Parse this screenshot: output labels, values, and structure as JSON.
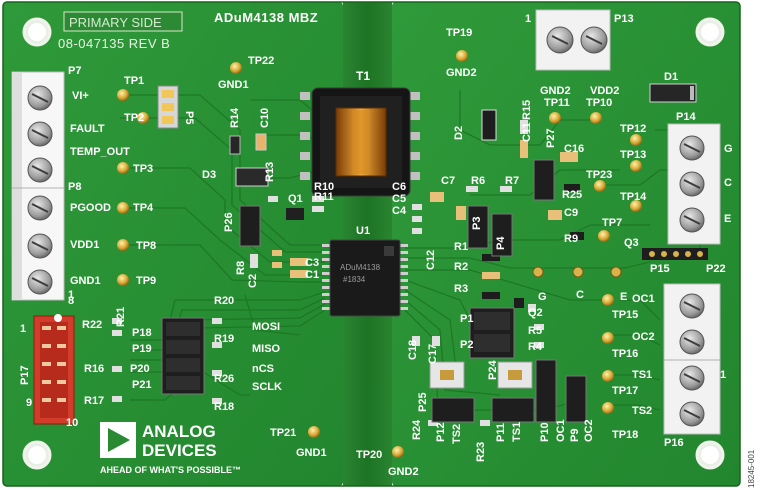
{
  "board": {
    "side_label": "PRIMARY SIDE",
    "part_number": "08-047135 REV B",
    "title": "ADuM4138 MBZ",
    "doc_code": "18245-001"
  },
  "logo": {
    "line1": "ANALOG",
    "line2": "DEVICES",
    "tagline": "AHEAD OF WHAT'S POSSIBLE™"
  },
  "chip": {
    "ref": "U1",
    "marking_line1": "ADuM4138",
    "marking_line2": "#1834"
  },
  "transformer": {
    "ref": "T1"
  },
  "labels": [
    {
      "t": "P7"
    },
    {
      "t": "VI+"
    },
    {
      "t": "FAULT"
    },
    {
      "t": "TEMP_OUT"
    },
    {
      "t": "P8"
    },
    {
      "t": "PGOOD"
    },
    {
      "t": "VDD1"
    },
    {
      "t": "GND1"
    },
    {
      "t": "TP1"
    },
    {
      "t": "TP2"
    },
    {
      "t": "TP3"
    },
    {
      "t": "TP4"
    },
    {
      "t": "TP8"
    },
    {
      "t": "TP9"
    },
    {
      "t": "P5"
    },
    {
      "t": "TP22"
    },
    {
      "t": "GND1"
    },
    {
      "t": "R14"
    },
    {
      "t": "C10"
    },
    {
      "t": "D3"
    },
    {
      "t": "R13"
    },
    {
      "t": "Q1"
    },
    {
      "t": "R10"
    },
    {
      "t": "R11"
    },
    {
      "t": "P26"
    },
    {
      "t": "R8"
    },
    {
      "t": "C2"
    },
    {
      "t": "C3"
    },
    {
      "t": "C1"
    },
    {
      "t": "C4"
    },
    {
      "t": "C5"
    },
    {
      "t": "C6"
    },
    {
      "t": "TP19"
    },
    {
      "t": "GND2"
    },
    {
      "t": "D2"
    },
    {
      "t": "R15"
    },
    {
      "t": "C11"
    },
    {
      "t": "C7"
    },
    {
      "t": "R6"
    },
    {
      "t": "R7"
    },
    {
      "t": "P3"
    },
    {
      "t": "P4"
    },
    {
      "t": "P27"
    },
    {
      "t": "C16"
    },
    {
      "t": "R25"
    },
    {
      "t": "C9"
    },
    {
      "t": "R9"
    },
    {
      "t": "R1"
    },
    {
      "t": "R2"
    },
    {
      "t": "R3"
    },
    {
      "t": "C12"
    },
    {
      "t": "P13"
    },
    {
      "t": "1"
    },
    {
      "t": "GND2"
    },
    {
      "t": "VDD2"
    },
    {
      "t": "TP11"
    },
    {
      "t": "TP10"
    },
    {
      "t": "D1"
    },
    {
      "t": "P14"
    },
    {
      "t": "TP12"
    },
    {
      "t": "TP13"
    },
    {
      "t": "TP14"
    },
    {
      "t": "TP23"
    },
    {
      "t": "TP7"
    },
    {
      "t": "Q3"
    },
    {
      "t": "G"
    },
    {
      "t": "C"
    },
    {
      "t": "E"
    },
    {
      "t": "P15"
    },
    {
      "t": "P22"
    },
    {
      "t": "1"
    },
    {
      "t": "P17"
    },
    {
      "t": "9"
    },
    {
      "t": "10"
    },
    {
      "t": "R22"
    },
    {
      "t": "R21"
    },
    {
      "t": "P18"
    },
    {
      "t": "P19"
    },
    {
      "t": "R16"
    },
    {
      "t": "P20"
    },
    {
      "t": "P21"
    },
    {
      "t": "R17"
    },
    {
      "t": "R20"
    },
    {
      "t": "MOSI"
    },
    {
      "t": "R19"
    },
    {
      "t": "MISO"
    },
    {
      "t": "nCS"
    },
    {
      "t": "R26"
    },
    {
      "t": "SCLK"
    },
    {
      "t": "R18"
    },
    {
      "t": "G"
    },
    {
      "t": "C"
    },
    {
      "t": "E"
    },
    {
      "t": "Q2"
    },
    {
      "t": "R5"
    },
    {
      "t": "R4"
    },
    {
      "t": "P1"
    },
    {
      "t": "P2"
    },
    {
      "t": "C18"
    },
    {
      "t": "C17"
    },
    {
      "t": "OC1"
    },
    {
      "t": "TP15"
    },
    {
      "t": "OC2"
    },
    {
      "t": "TP16"
    },
    {
      "t": "TS1"
    },
    {
      "t": "TP17"
    },
    {
      "t": "TS2"
    },
    {
      "t": "TP18"
    },
    {
      "t": "P16"
    },
    {
      "t": "1"
    },
    {
      "t": "P25"
    },
    {
      "t": "P24"
    },
    {
      "t": "R24"
    },
    {
      "t": "P12"
    },
    {
      "t": "TS2"
    },
    {
      "t": "R23"
    },
    {
      "t": "P11"
    },
    {
      "t": "TS1"
    },
    {
      "t": "P10"
    },
    {
      "t": "OC1"
    },
    {
      "t": "P9"
    },
    {
      "t": "OC2"
    },
    {
      "t": "TP21"
    },
    {
      "t": "GND1"
    },
    {
      "t": "TP20"
    },
    {
      "t": "GND2"
    },
    {
      "t": "8"
    },
    {
      "t": "1"
    }
  ]
}
